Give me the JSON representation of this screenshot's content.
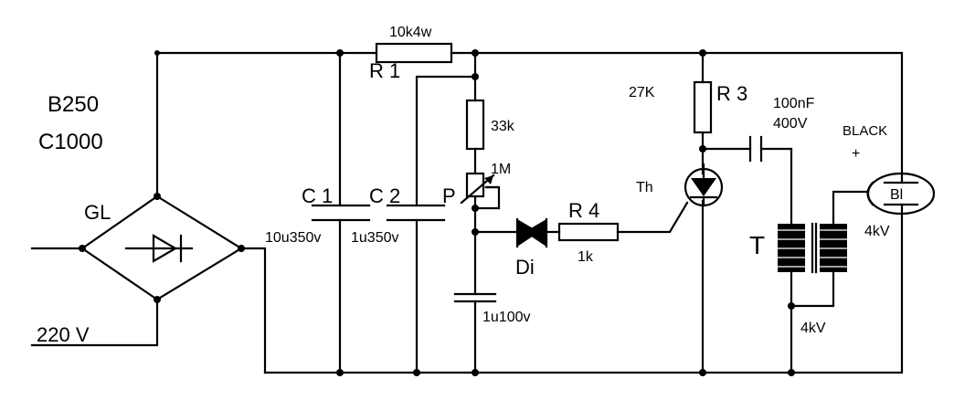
{
  "labels": {
    "r1_value": "10k4w",
    "r1_name": "R 1",
    "bridge_model_1": "B250",
    "bridge_model_2": "C1000",
    "bridge_name": "GL",
    "mains": "220 V",
    "c1_name": "C 1",
    "c2_name": "C 2",
    "c1_value": "10u350v",
    "c2_value": "1u350v",
    "r_33k": "33k",
    "pot_value": "1M",
    "pot_name": "P",
    "diac_name": "Di",
    "r4_name": "R 4",
    "r4_value": "1k",
    "cap_small": "1u100v",
    "r3_value": "27K",
    "r3_name": "R 3",
    "thyristor_name": "Th",
    "cap_hv_1": "100nF",
    "cap_hv_2": "400V",
    "lamp_wire": "BLACK",
    "lamp_plus": "+",
    "lamp_name": "Bl",
    "lamp_voltage": "4kV",
    "transformer_name": "T",
    "transformer_voltage": "4kV"
  }
}
